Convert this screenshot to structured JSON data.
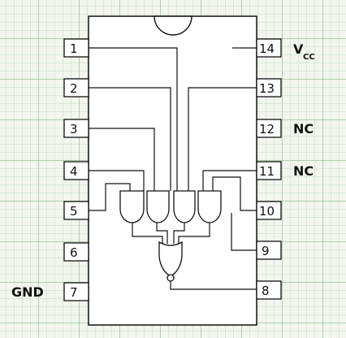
{
  "chip": {
    "pins_left": [
      "1",
      "2",
      "3",
      "4",
      "5",
      "6",
      "7"
    ],
    "pins_right": [
      "14",
      "13",
      "12",
      "11",
      "10",
      "9",
      "8"
    ],
    "labels": {
      "vcc_main": "V",
      "vcc_sub": "CC",
      "pin12": "NC",
      "pin11": "NC",
      "gnd": "GND"
    }
  }
}
